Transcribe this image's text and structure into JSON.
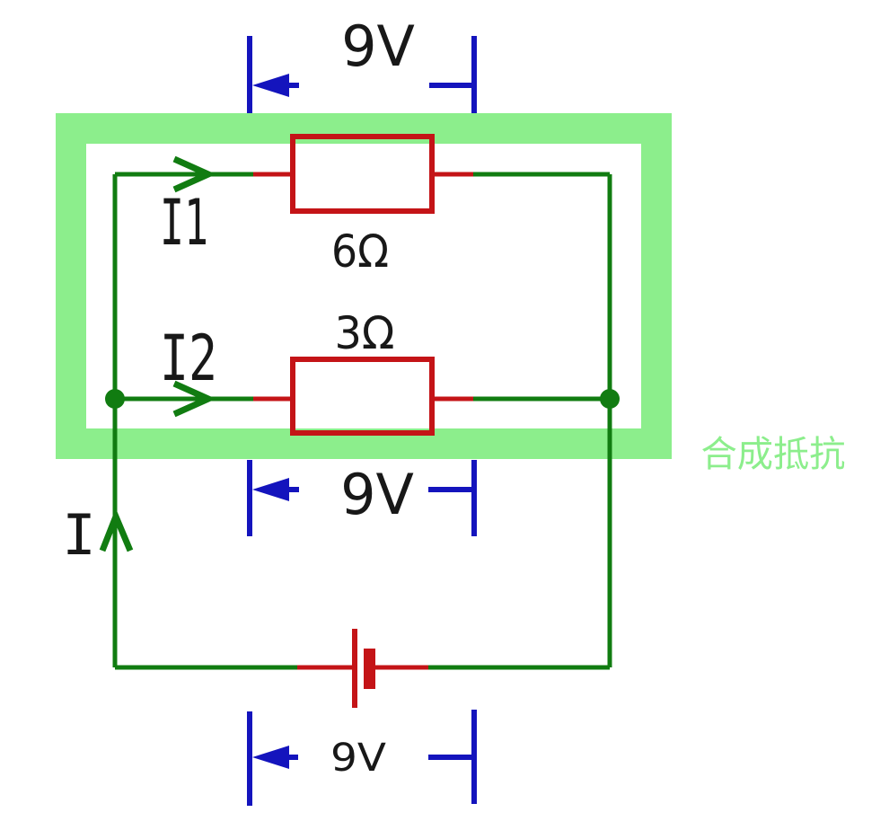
{
  "diagram": {
    "type": "circuit-diagram",
    "labels": {
      "voltage_top": "9V",
      "voltage_middle": "9V",
      "voltage_bottom": "9V",
      "current_total": "I",
      "current_branch_1": "I1",
      "current_branch_2": "I2",
      "resistor_1_value": "6Ω",
      "resistor_2_value": "3Ω",
      "highlight_caption": "合成抵抗"
    },
    "colors": {
      "wire_green": "#117c11",
      "highlight_green": "#8cee8c",
      "component_red": "#c41417",
      "dimension_blue": "#1414bd",
      "label_black": "#181818"
    }
  }
}
